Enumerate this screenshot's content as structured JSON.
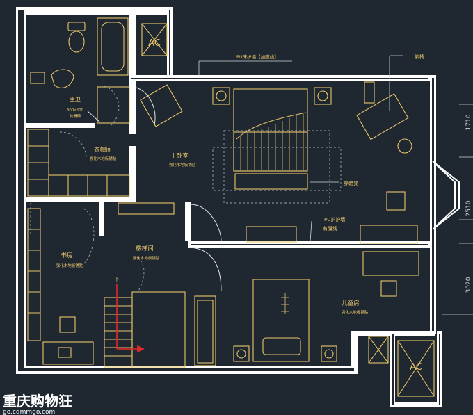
{
  "plan": {
    "rooms": {
      "master_bath": {
        "name": "主卫",
        "note1": "300x300",
        "note2": "防滑砖"
      },
      "cloakroom": {
        "name": "衣帽间",
        "floor": "强化木地板铺贴"
      },
      "master_bedroom": {
        "name": "主卧室",
        "floor": "强化木地板铺贴"
      },
      "study": {
        "name": "书房",
        "floor": "强化木地板铺贴"
      },
      "stair_hall": {
        "name": "楼梯间",
        "floor": "强化木地板铺贴"
      },
      "kids_room": {
        "name": "儿童房",
        "floor": "强化木地板铺贴"
      }
    },
    "annotations": {
      "pu_wall_top": "PU床护墙【加膜线】",
      "recliner": "躺椅",
      "dressing_stool": "穿鞋凳",
      "pu_wall_mid_1": "PU护护墙",
      "pu_wall_mid_2": "有膜线",
      "ac_top": "AC",
      "ac_bottom": "AC",
      "stair_down": "下"
    },
    "dimensions": [
      "1710",
      "2510",
      "3020"
    ]
  },
  "watermark": {
    "title": "重庆购物狂",
    "url": "go.cqmmgo.com"
  },
  "colors": {
    "background": "#1f2731",
    "wall": "#ffffff",
    "furniture": "#e8c56a",
    "dashed": "#9aa3ad",
    "arrow": "#e02a2a"
  }
}
